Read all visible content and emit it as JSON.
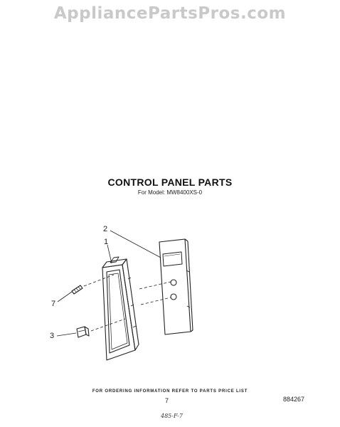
{
  "watermark": "AppliancePartsPros.com",
  "header": {
    "title": "CONTROL PANEL PARTS",
    "subtitle": "For Model: MW8400XS-0"
  },
  "callouts": {
    "part_1": "1",
    "part_2": "2",
    "part_3": "3",
    "part_7": "7"
  },
  "footer": {
    "ordering_note": "FOR ORDERING INFORMATION REFER TO PARTS PRICE LIST",
    "page_number": "7",
    "document_number": "884267",
    "handwritten_note": "485-F-7"
  }
}
